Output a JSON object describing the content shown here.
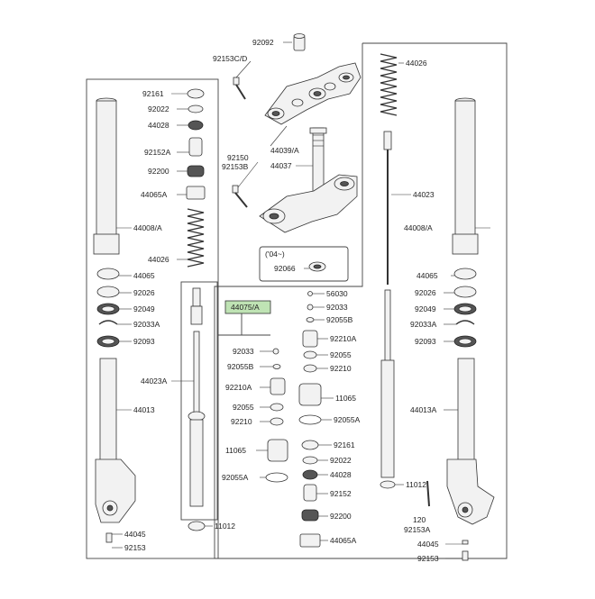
{
  "callouts": {
    "p92092": "92092",
    "p92153cd": "92153C/D",
    "p44039a": "44039/A",
    "p44037": "44037",
    "p92150": "92150",
    "p92153b": "92153B",
    "p04": "('04~)",
    "p92066": "92066",
    "p44026r": "44026",
    "p44023r": "44023",
    "p44008ar": "44008/A",
    "p44065r": "44065",
    "p92026r": "92026",
    "p92049r": "92049",
    "p92033ar": "92033A",
    "p92093r": "92093",
    "p44013ar": "44013A",
    "p11012r": "11012",
    "p120": "120",
    "p92153ar": "92153A",
    "p44045r": "44045",
    "p92153r": "92153",
    "p92161l": "92161",
    "p92022l": "92022",
    "p44028l": "44028",
    "p92152al": "92152A",
    "p92200l": "92200",
    "p44065al": "44065A",
    "p44008al": "44008/A",
    "p44026l": "44026",
    "p44065l": "44065",
    "p92026l": "92026",
    "p92049l": "92049",
    "p92033al": "92033A",
    "p92093l": "92093",
    "p44023al": "44023A",
    "p44013l": "44013",
    "p44045l": "44045",
    "p92153l": "92153",
    "p44075a": "44075/A",
    "p11012m": "11012",
    "p56030": "56030",
    "p92033m1": "92033",
    "p92055bm1": "92055B",
    "p92210am1": "92210A",
    "p92055m1": "92055",
    "p92210m1": "92210",
    "p11065m1": "11065",
    "p92055am1": "92055A",
    "p92161m": "92161",
    "p92022m": "92022",
    "p44028m": "44028",
    "p92152m": "92152",
    "p92200m": "92200",
    "p44065am": "44065A",
    "p92033m2": "92033",
    "p92055bm2": "92055B",
    "p92210am2": "92210A",
    "p92055m2": "92055",
    "p92210m2": "92210",
    "p11065m2": "11065",
    "p92055am2": "92055A"
  },
  "colors": {
    "highlight": "#bfe3b4",
    "line": "#333333"
  }
}
